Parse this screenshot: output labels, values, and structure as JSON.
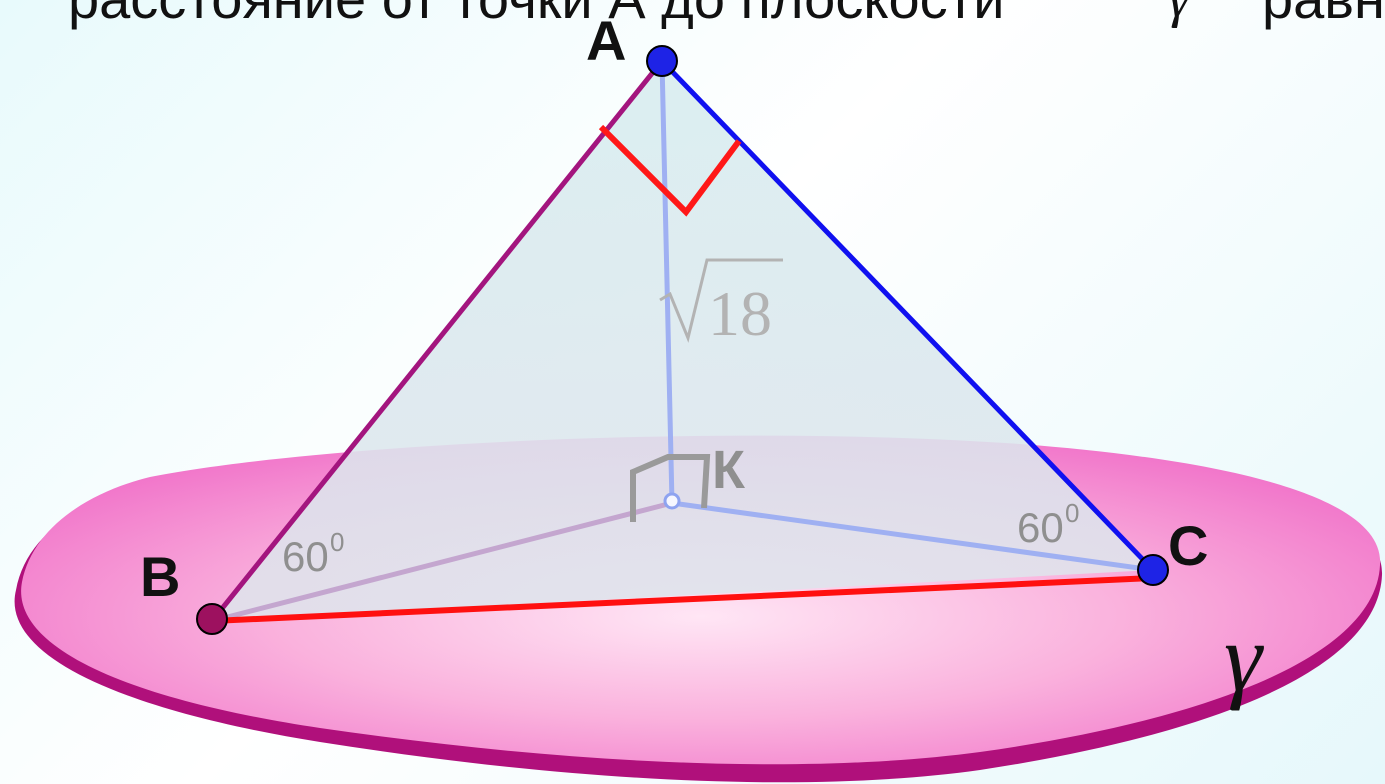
{
  "header": {
    "text_before": "расстояние от точки А до плоскости",
    "text_after": "равно",
    "gamma_symbol": "γ"
  },
  "points": {
    "A": "А",
    "B": "В",
    "C": "С",
    "K": "К"
  },
  "angles": {
    "at_B": {
      "value": "60",
      "degree_mark": "0"
    },
    "at_C": {
      "value": "60",
      "degree_mark": "0"
    }
  },
  "height_label": {
    "radical": "√",
    "radicand": "18"
  },
  "plane_label": "γ",
  "colors": {
    "plane": "#f06fc8",
    "plane_edge": "#b30e78",
    "triangle_fill": "#d9eef2",
    "edge_ab": "#a3157e",
    "edge_ac": "#1010f0",
    "edge_bc": "#ff1010",
    "projections": "#9fb0f2",
    "right_angle_marker": "#ff1818",
    "point_a": "#1e23e6",
    "point_c": "#1e23e6",
    "point_b": "#9d115f"
  }
}
